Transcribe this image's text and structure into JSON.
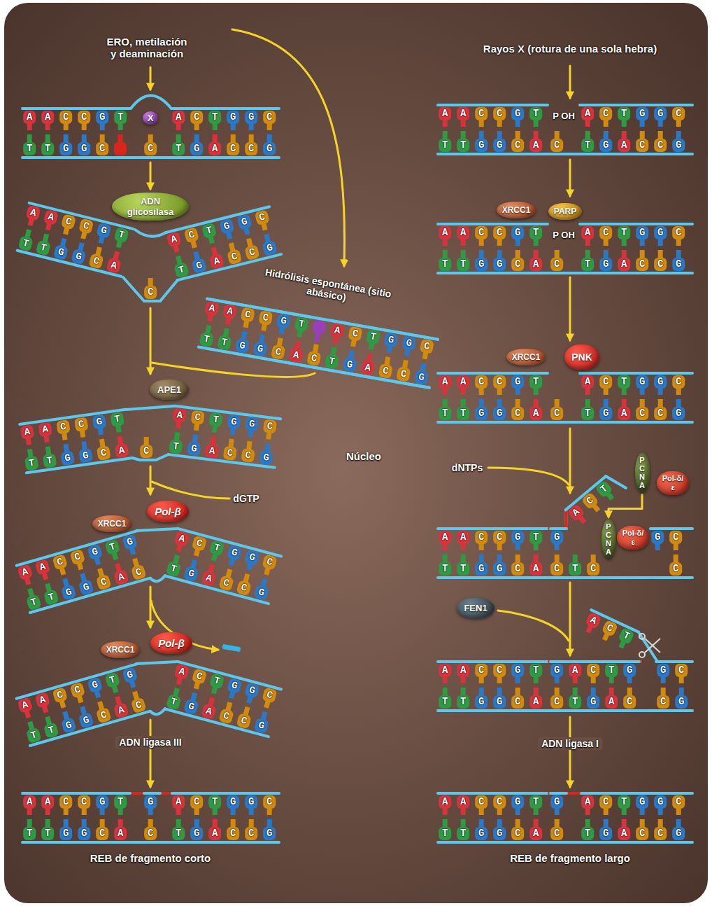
{
  "diagram": {
    "nodes": [
      {
        "text": [
          "X"
        ]
      },
      {
        "text": [
          "ADN glicosilasa"
        ]
      },
      {
        "text": [
          "APE1"
        ]
      },
      {
        "text": [
          "XRCC1"
        ]
      },
      {
        "text": [
          "Pol-β"
        ]
      },
      {
        "text": [
          "XRCC1"
        ]
      },
      {
        "text": [
          "Pol-β"
        ]
      },
      {
        "text": [
          "XRCC1"
        ]
      },
      {
        "text": [
          "PARP"
        ]
      },
      {
        "text": [
          "XRCC1"
        ]
      },
      {
        "text": [
          "PNK"
        ]
      },
      {
        "text": [
          "PCNA"
        ]
      },
      {
        "text": [
          "Pol-δ/ε"
        ]
      },
      {
        "text": [
          "PCNA"
        ]
      },
      {
        "text": [
          "Pol-δ/ε"
        ]
      },
      {
        "text": [
          "FEN1"
        ]
      }
    ],
    "edges": [
      {
        "from": 11,
        "to": 13,
        "arrow": "to"
      }
    ],
    "labels": [
      "ERO, metilación y deaminación",
      "Rayos X (rotura de una sola hebra)",
      "A A C C G T",
      "A C T G G C",
      "T T G G C",
      "C",
      "T G A C C G",
      "A A C C G T",
      "T T G G C A",
      "A C T G G C",
      "T G A C C G",
      "C",
      "Hidrólisis espontánea (sitio abásico)",
      "A A C C G T",
      "A C T G G C",
      "T T G G C A C T G A C C G",
      "A A C C G T",
      "P OH",
      "A C T G G C",
      "T T G G C A",
      "C",
      "T G A C C G",
      "A A C C G T",
      "P OH",
      "A C T G G C",
      "T T G G C A",
      "C",
      "T G A C C G",
      "A A C C G T",
      "T T G G C A",
      "C",
      "A C T G G C",
      "T G A C C G",
      "Núcleo",
      "A A C C G T",
      "A C T G G C",
      "T T G G C A",
      "C",
      "T G A C C G",
      "dGTP",
      "dNTPs",
      "A A C C G T G",
      "T T G G C A C",
      "A C T G G C",
      "T G A C C G",
      "A A C C G T",
      "G",
      "A C T",
      "G C",
      "T T G G C A",
      "C T C",
      "C",
      "A A C C G T",
      "G A C T G",
      "A C T",
      "G C",
      "T T G G C A",
      "C T G A C",
      "C G",
      "A A C C G T G",
      "T T G G C A C",
      "A C T G G C",
      "T G A C C G",
      "ADN ligasa III",
      "ADN ligasa I",
      "A A C C G T",
      "G",
      "A C T G G C",
      "T T G G C A",
      "C",
      "T G A C C G",
      "A A C C G T",
      "G",
      "A C T G G C",
      "T T G G C A",
      "C",
      "T G A C C G",
      "REB de fragmento corto",
      "REB de fragmento largo"
    ]
  }
}
